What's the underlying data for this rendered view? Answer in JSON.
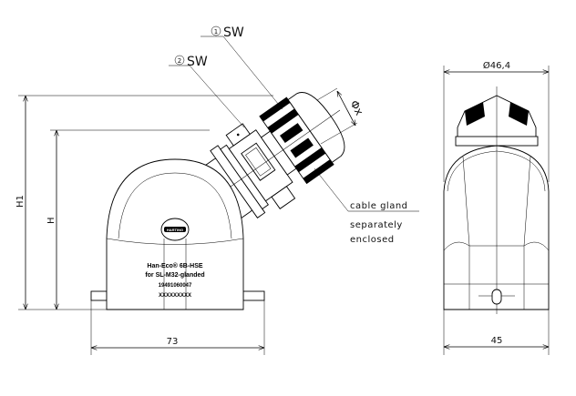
{
  "labels": {
    "sw1": "SW",
    "sw1_num": "1",
    "sw2": "SW",
    "sw2_num": "2",
    "phi_x": "Φx",
    "cable_gland": "cable gland",
    "separately": "separately",
    "enclosed": "enclosed"
  },
  "dimensions": {
    "h1": "H1",
    "h": "H",
    "width_side": "73",
    "diameter": "Ø46,4",
    "width_front": "45"
  },
  "marking": {
    "brand": "HARTING",
    "line1": "Han-Eco® 6B-HSE",
    "line2": "for SL-M32-glanded",
    "line3": "19491060047",
    "line4": "XXXXXXXXX"
  }
}
